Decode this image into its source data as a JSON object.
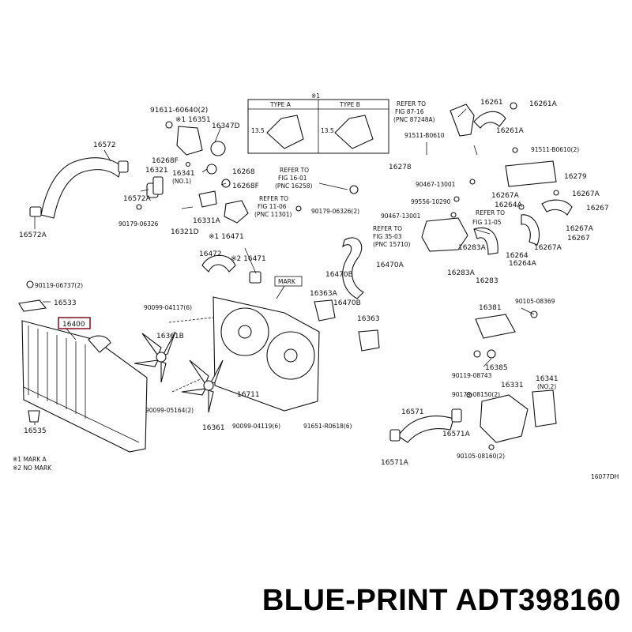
{
  "diagram": {
    "labels": {
      "p16572": "16572",
      "p16572A_top": "16572A",
      "p16572A_bot": "16572A",
      "p91611": "91611-60640(2)",
      "p16351": "※1 16351",
      "p16347D": "16347D",
      "p16268F_a": "16268F",
      "p16268": "16268",
      "p16268F_b": "16268F",
      "p16321": "16321",
      "p16341": "16341",
      "p16341_no1": "(NO.1)",
      "p90179_a": "90179-06326",
      "p16321D": "16321D",
      "p16331A": "16331A",
      "typeA": "TYPE A",
      "typeB": "TYPE B",
      "mark1_top": "※1",
      "dim135_a": "13.5",
      "dim135_b": "13.5",
      "ref1_l1": "REFER TO",
      "ref1_l2": "FIG 16-01",
      "ref1_l3": "(PNC 16258)",
      "ref2_l1": "REFER TO",
      "ref2_l2": "FIG 11-06",
      "ref2_l3": "(PNC 11301)",
      "ref3_l1": "REFER TO",
      "ref3_l2": "FIG 87-16",
      "ref3_l3": "(PNC 87248A)",
      "p90179_b": "90179-06326(2)",
      "p16278": "16278",
      "p91511a": "91511-B0610",
      "p16261": "16261",
      "p16261A_a": "16261A",
      "p16261A_b": "16261A",
      "p91511b": "91511-B0610(2)",
      "p16279": "16279",
      "p90467a": "90467-13001",
      "p16267A_a": "16267A",
      "p16267A_b": "16267A",
      "p99556": "99556-10290",
      "p16264A_a": "16264A",
      "p16267": "16267",
      "p90467b": "90467-13001",
      "ref4_l1": "REFER TO",
      "ref4_l2": "FIG 11-05",
      "p16267A_c": "16267A",
      "p16267_b": "16267",
      "ref5_l1": "REFER TO",
      "ref5_l2": "FIG 35-03",
      "ref5_l3": "(PNC 15710)",
      "p16283A": "16283A",
      "p16264": "16264",
      "p16267A_d": "16267A",
      "p16283A_b": "16283A",
      "p16283": "16283",
      "p16264A_b": "16264A",
      "p16471_mark2": "※1 16471",
      "p16472": "16472",
      "p16471": "※2 16471",
      "p16470A": "16470A",
      "p16470B": "16470B",
      "p16363A": "16363A",
      "p16470B_b": "16470B",
      "mark_box": "MARK",
      "p90119a": "90119-06737(2)",
      "p16533": "16533",
      "p16400": "16400",
      "p90099a": "90099-04117(6)",
      "p16361B": "16361B",
      "p16363": "16363",
      "p16381": "16381",
      "p90105a": "90105-08369",
      "p90119b": "90119-08743",
      "p16385": "16385",
      "p16711": "16711",
      "p90099b": "90099-05164(2)",
      "p16361": "16361",
      "p90099c": "90099-04119(6)",
      "p91651": "91651-R0618(6)",
      "p90179c": "90179-08150(2)",
      "p16331": "16331",
      "p16341b": "16341",
      "p16341b_no2": "(NO.2)",
      "p16571": "16571",
      "p16571A_a": "16571A",
      "p16571A_b": "16571A",
      "p90105b": "90105-08160(2)",
      "p16535": "16535",
      "legend1": "※1 MARK A",
      "legend2": "※2 NO MARK",
      "fig_code": "16077DH"
    }
  },
  "caption": "BLUE-PRINT ADT398160",
  "colors": {
    "ink": "#111111",
    "highlight": "#8b1c2c",
    "background": "#ffffff"
  }
}
